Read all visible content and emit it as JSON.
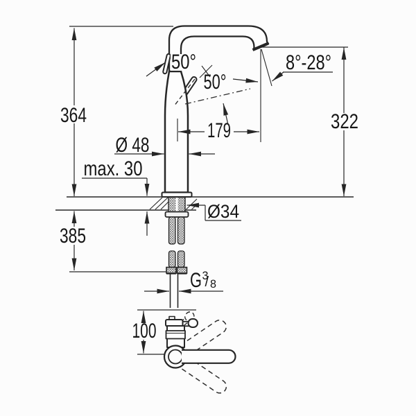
{
  "drawing": {
    "background": "#fcfcfc",
    "line_color": "#262626",
    "kind": "technical dimension drawing of single-lever basin mixer faucet",
    "views": {
      "front": {
        "labels": {
          "total_height": "364",
          "under_counter_depth": "385",
          "counter_thickness_max": "max. 30",
          "body_diameter": "Ø 48",
          "mount_hole_diameter": "Ø34",
          "spout_reach": "179",
          "outlet_height": "322",
          "lever_open_angle": "50°",
          "lever_swing_angle": "50°",
          "spout_angle_range": "8°-28°",
          "thread_g": "G",
          "thread_numerator": "3",
          "thread_slash": "/",
          "thread_denominator": "8"
        }
      },
      "top": {
        "labels": {
          "handle_clearance": "100"
        }
      }
    }
  }
}
